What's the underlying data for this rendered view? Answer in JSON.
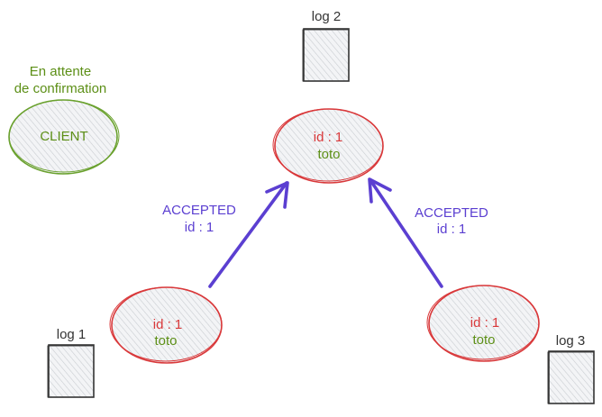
{
  "colors": {
    "node_stroke": "#d9383a",
    "node_fill": "#e9ecef",
    "client_stroke": "#6aa12e",
    "text_red": "#d9383a",
    "text_green": "#5c8f16",
    "text_blue": "#5b3fd1",
    "arrow": "#5b3fd1",
    "log_stroke": "#333333",
    "log_fill": "#e9ecef",
    "label": "#333333"
  },
  "client": {
    "caption_line1": "En attente",
    "caption_line2": "de confirmation",
    "label": "CLIENT"
  },
  "nodes": {
    "top": {
      "id_text": "id : 1",
      "value_text": "toto"
    },
    "left": {
      "id_text": "id : 1",
      "value_text": "toto"
    },
    "right": {
      "id_text": "id : 1",
      "value_text": "toto"
    }
  },
  "logs": {
    "log1": "log 1",
    "log2": "log 2",
    "log3": "log 3"
  },
  "arrows": {
    "left": {
      "line1": "ACCEPTED",
      "line2": "id : 1"
    },
    "right": {
      "line1": "ACCEPTED",
      "line2": "id : 1"
    }
  }
}
